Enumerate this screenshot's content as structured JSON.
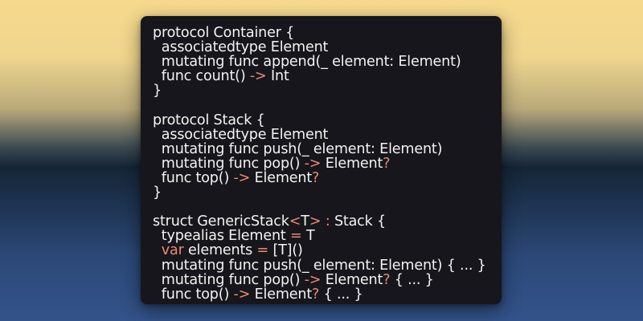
{
  "colors": {
    "card_background": "#16161c",
    "text": "#f3f3f3",
    "accent": "#e98b71"
  },
  "code_lines": [
    [
      {
        "text": "protocol Container {",
        "style": "plain"
      }
    ],
    [
      {
        "text": "  associatedtype Element",
        "style": "plain"
      }
    ],
    [
      {
        "text": "  mutating func append(_ element: Element)",
        "style": "plain"
      }
    ],
    [
      {
        "text": "  func count() ",
        "style": "plain"
      },
      {
        "text": "->",
        "style": "op"
      },
      {
        "text": " Int",
        "style": "plain"
      }
    ],
    [
      {
        "text": "}",
        "style": "plain"
      }
    ],
    [
      {
        "text": "",
        "style": "plain"
      }
    ],
    [
      {
        "text": "protocol Stack {",
        "style": "plain"
      }
    ],
    [
      {
        "text": "  associatedtype Element",
        "style": "plain"
      }
    ],
    [
      {
        "text": "  mutating func push(_ element: Element)",
        "style": "plain"
      }
    ],
    [
      {
        "text": "  mutating func pop() ",
        "style": "plain"
      },
      {
        "text": "->",
        "style": "op"
      },
      {
        "text": " Element",
        "style": "plain"
      },
      {
        "text": "?",
        "style": "op"
      }
    ],
    [
      {
        "text": "  func top() ",
        "style": "plain"
      },
      {
        "text": "->",
        "style": "op"
      },
      {
        "text": " Element",
        "style": "plain"
      },
      {
        "text": "?",
        "style": "op"
      }
    ],
    [
      {
        "text": "}",
        "style": "plain"
      }
    ],
    [
      {
        "text": "",
        "style": "plain"
      }
    ],
    [
      {
        "text": "struct GenericStack",
        "style": "plain"
      },
      {
        "text": "<",
        "style": "op"
      },
      {
        "text": "T",
        "style": "plain"
      },
      {
        "text": ">",
        "style": "op"
      },
      {
        "text": " ",
        "style": "plain"
      },
      {
        "text": ":",
        "style": "op"
      },
      {
        "text": " Stack {",
        "style": "plain"
      }
    ],
    [
      {
        "text": "  typealias Element ",
        "style": "plain"
      },
      {
        "text": "=",
        "style": "op"
      },
      {
        "text": " T",
        "style": "plain"
      }
    ],
    [
      {
        "text": "  ",
        "style": "plain"
      },
      {
        "text": "var",
        "style": "kw"
      },
      {
        "text": " elements ",
        "style": "plain"
      },
      {
        "text": "=",
        "style": "op"
      },
      {
        "text": " [T]()",
        "style": "plain"
      }
    ],
    [
      {
        "text": "  mutating func push(_ element: Element) { ... }",
        "style": "plain"
      }
    ],
    [
      {
        "text": "  mutating func pop() ",
        "style": "plain"
      },
      {
        "text": "->",
        "style": "op"
      },
      {
        "text": " Element",
        "style": "plain"
      },
      {
        "text": "?",
        "style": "op"
      },
      {
        "text": " { ... }",
        "style": "plain"
      }
    ],
    [
      {
        "text": "  func top() ",
        "style": "plain"
      },
      {
        "text": "->",
        "style": "op"
      },
      {
        "text": " Element",
        "style": "plain"
      },
      {
        "text": "?",
        "style": "op"
      },
      {
        "text": " { ... }",
        "style": "plain"
      }
    ]
  ]
}
